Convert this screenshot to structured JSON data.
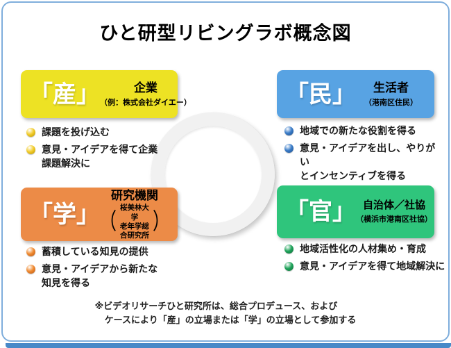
{
  "title": "ひと研型リビングラボ概念図",
  "colors": {
    "frame_border": "#7FAEDC",
    "bottom_bar": "#4789C8",
    "background": "#FFFFFF",
    "ring": "#F1F1F1"
  },
  "quadrants": [
    {
      "id": "san",
      "bracket": "「産」",
      "role": "企業",
      "sub": "（例：株式会社ダイエー）",
      "box_color": "#EDE224",
      "bullet_color": "#F2CC2A",
      "bullet_dark": "#B89400",
      "bullets": [
        "課題を投げ込む",
        "意見・アイデアを得て企業\n課題解決に"
      ]
    },
    {
      "id": "min",
      "bracket": "「民」",
      "role": "生活者",
      "sub": "（港南区住民）",
      "box_color": "#58A3E3",
      "bullet_color": "#3A7CC8",
      "bullet_dark": "#1E4E8C",
      "bullets": [
        "地域での新たな役割を得る",
        "意見・アイデアを出し、やりがい\nとインセンティブを得る"
      ]
    },
    {
      "id": "gaku",
      "bracket": "「学」",
      "role": "研究機関",
      "paren_open": "（",
      "paren_close": "）",
      "sub_lines": [
        "桜美林大学",
        "老年学総合研究所"
      ],
      "box_color": "#EC8B47",
      "bullet_color": "#F08A30",
      "bullet_dark": "#B85510",
      "bullets": [
        "蓄積している知見の提供",
        "意見・アイデアから新たな\n知見を得る"
      ]
    },
    {
      "id": "kan",
      "bracket": "「官」",
      "role": "自治体／社協",
      "sub": "（横浜市港南区社協）",
      "box_color": "#2FC57C",
      "bullet_color": "#1FA35A",
      "bullet_dark": "#0E6B38",
      "bullets": [
        "地域活性化の人材集め・育成",
        "意見・アイデアを得て地域解決に"
      ]
    }
  ],
  "note": {
    "line1": "※ビデオリサーチひと研究所は、総合プロデュース、および",
    "line2": "ケースにより「産」の立場または「学」の立場として参加する"
  }
}
